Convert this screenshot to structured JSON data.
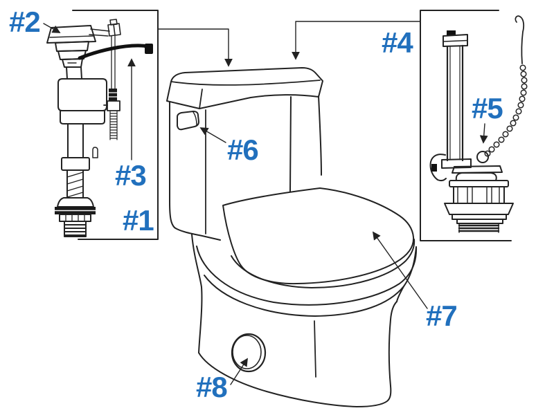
{
  "labels": {
    "p1": "#1",
    "p2": "#2",
    "p3": "#3",
    "p4": "#4",
    "p5": "#5",
    "p6": "#6",
    "p7": "#7",
    "p8": "#8"
  },
  "icons": {
    "callout_arrow": "arrowhead-icon"
  },
  "colors": {
    "label_blue": "#2170BD",
    "line_black": "#222222"
  }
}
